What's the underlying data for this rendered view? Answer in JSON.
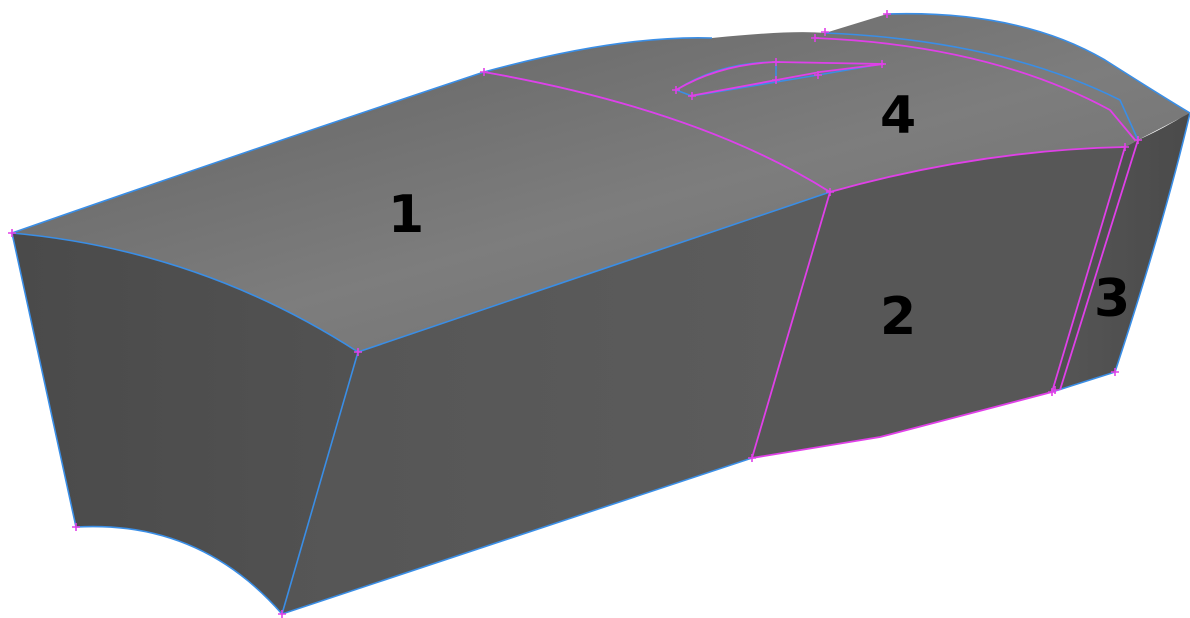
{
  "scene": {
    "background_color": "#ffffff",
    "colors": {
      "top_face": "#7a7a7a",
      "top_face_dark": "#6b6b6b",
      "front_face": "#5a5a5a",
      "left_face": "#4d4d4d",
      "right_face": "#4f4f4f",
      "blue_edge": "#3a8ee6",
      "magenta_edge": "#e040e8",
      "vertex_marker": "#e040e8",
      "label": "#000000"
    },
    "icons": {
      "vertex_marker": "plus-marker-icon"
    }
  },
  "face_labels": {
    "face1": "1",
    "face2": "2",
    "face3": "3",
    "face4": "4"
  }
}
